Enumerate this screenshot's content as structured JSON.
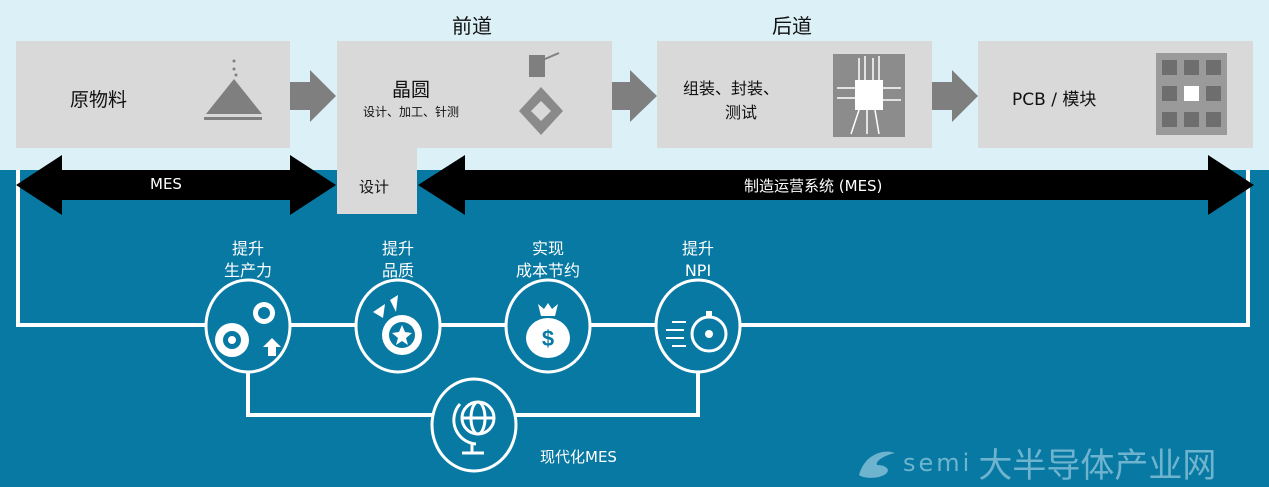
{
  "header": {
    "front_end": "前道",
    "back_end": "后道"
  },
  "stages": [
    {
      "label": "原物料",
      "icon": "raw-material-pile-icon"
    },
    {
      "label": "晶圆",
      "sublabel": "设计、加工、针测",
      "icon": "wafer-probe-icon"
    },
    {
      "label_line1": "组装、封装、",
      "label_line2": "测试",
      "icon": "chip-circuit-icon"
    },
    {
      "label": "PCB / 模块",
      "icon": "pcb-module-icon"
    }
  ],
  "design_tab": "设计",
  "bars": {
    "left": "MES",
    "right": "制造运营系统 (MES)"
  },
  "benefits": [
    {
      "line1": "提升",
      "line2": "生产力",
      "icon": "gears-up-icon"
    },
    {
      "line1": "提升",
      "line2": "品质",
      "icon": "quality-badge-icon"
    },
    {
      "line1": "实现",
      "line2": "成本节约",
      "icon": "money-bag-icon"
    },
    {
      "line1": "提升",
      "line2": "NPI",
      "icon": "stopwatch-icon"
    }
  ],
  "modern": {
    "label": "现代化MES",
    "icon": "globe-icon"
  },
  "watermark": {
    "brand": "semi",
    "text": "大半导体产业网"
  },
  "colors": {
    "light": "#dcf0f7",
    "dark": "#0779a3",
    "box": "#d9d9d9",
    "arrow": "#7f7f7f"
  }
}
